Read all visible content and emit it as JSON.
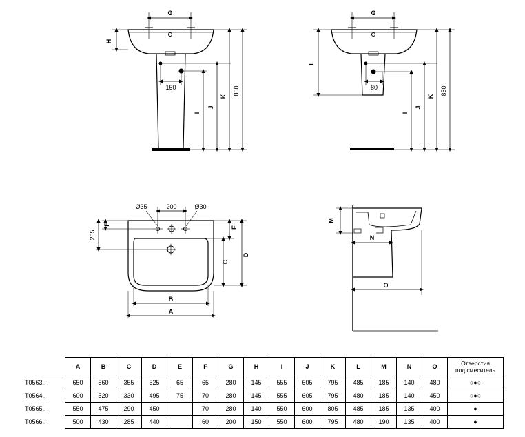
{
  "labels": {
    "G": "G",
    "H": "H",
    "L": "L",
    "K": "K",
    "J": "J",
    "I": "I",
    "M": "M",
    "N": "N",
    "O": "O",
    "A": "A",
    "B": "B",
    "C": "C",
    "D": "D",
    "E": "E",
    "F": "F"
  },
  "dims": {
    "h850": "850",
    "d150": "150",
    "d80": "80",
    "d200": "200",
    "d205": "205",
    "dia35": "Ø35",
    "dia30": "Ø30"
  },
  "table": {
    "headers": [
      "A",
      "B",
      "C",
      "D",
      "E",
      "F",
      "G",
      "H",
      "I",
      "J",
      "K",
      "L",
      "M",
      "N",
      "O"
    ],
    "last_header_line1": "Отверстия",
    "last_header_line2": "под смеситель",
    "rows": [
      {
        "model": "T0563..",
        "cells": [
          "650",
          "560",
          "355",
          "525",
          "65",
          "65",
          "280",
          "145",
          "555",
          "605",
          "795",
          "485",
          "185",
          "140",
          "480"
        ],
        "holes": "○●○"
      },
      {
        "model": "T0564..",
        "cells": [
          "600",
          "520",
          "330",
          "495",
          "75",
          "70",
          "280",
          "145",
          "555",
          "605",
          "795",
          "480",
          "185",
          "140",
          "450"
        ],
        "holes": "○●○"
      },
      {
        "model": "T0565..",
        "cells": [
          "550",
          "475",
          "290",
          "450",
          "",
          "70",
          "280",
          "140",
          "550",
          "600",
          "805",
          "485",
          "185",
          "135",
          "400"
        ],
        "holes": "●"
      },
      {
        "model": "T0566..",
        "cells": [
          "500",
          "430",
          "285",
          "440",
          "",
          "60",
          "200",
          "150",
          "550",
          "600",
          "795",
          "480",
          "190",
          "135",
          "400"
        ],
        "holes": "●"
      }
    ]
  }
}
